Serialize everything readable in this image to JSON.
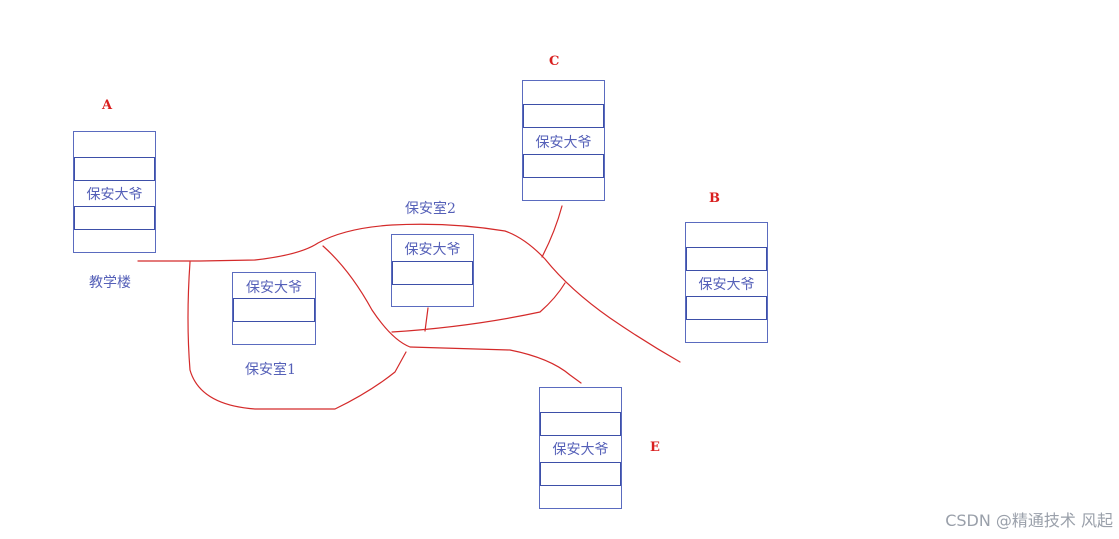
{
  "labels": {
    "a": "A",
    "b": "B",
    "c": "C",
    "e": "E"
  },
  "buildings": {
    "a_guard": "保安大爷",
    "b_guard": "保安大爷",
    "c_guard": "保安大爷",
    "e_guard": "保安大爷",
    "room1_guard": "保安大爷",
    "room2_guard": "保安大爷"
  },
  "captions": {
    "teaching_building": "教学楼",
    "security_room_1": "保安室1",
    "security_room_2": "保安室2"
  },
  "watermark": "CSDN @精通技术 风起",
  "colors": {
    "path": "#d42a2a",
    "building_outline": "#5a6bbf",
    "text": "#5560b8",
    "letter": "#d91f1f"
  }
}
